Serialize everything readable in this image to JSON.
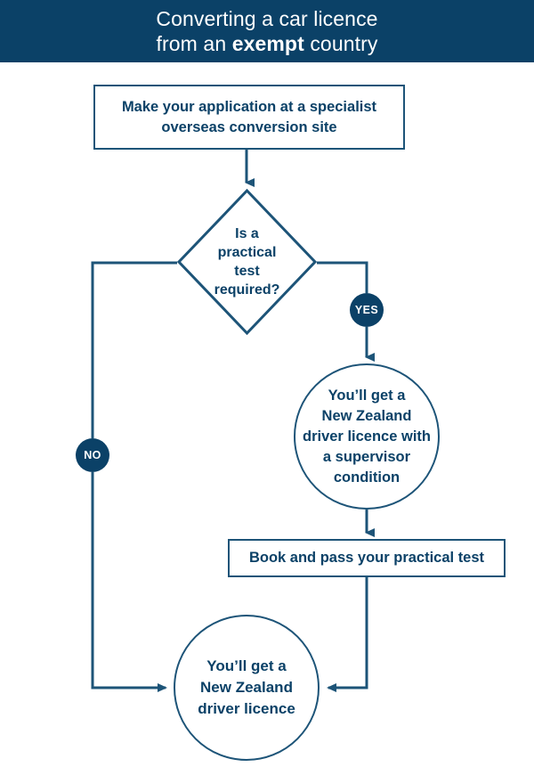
{
  "header": {
    "title_line_1": "Converting a car licence",
    "title_line_2_prefix": "from an ",
    "title_line_2_emphasis": "exempt",
    "title_line_2_suffix": " country",
    "background_color": "#0b4167",
    "text_color": "#ffffff"
  },
  "theme": {
    "stroke_color": "#1d5478",
    "fill_color": "#ffffff",
    "text_color": "#0b4167",
    "badge_background": "#0b4167",
    "badge_text_color": "#ffffff",
    "page_background": "#ffffff"
  },
  "chart_data": {
    "type": "diagram",
    "title": "Converting a car licence from an exempt country",
    "diagram_kind": "flowchart",
    "orientation": "top-to-bottom",
    "nodes": [
      {
        "id": "application",
        "shape": "rectangle",
        "label": "Make your application at a specialist overseas conversion site",
        "lines": [
          "Make your application at a specialist",
          "overseas conversion site"
        ]
      },
      {
        "id": "decision",
        "shape": "diamond",
        "label": "Is a practical test required?",
        "lines": [
          "Is a",
          "practical",
          "test",
          "required?"
        ]
      },
      {
        "id": "supervisor",
        "shape": "circle",
        "label": "You'll get a New Zealand driver licence with a supervisor condition",
        "lines": [
          "You’ll get a",
          "New Zealand",
          "driver licence with",
          "a supervisor",
          "condition"
        ]
      },
      {
        "id": "booktest",
        "shape": "rectangle",
        "label": "Book and pass your practical test",
        "lines": [
          "Book and pass your practical test"
        ]
      },
      {
        "id": "licence",
        "shape": "circle",
        "label": "You'll get a New Zealand driver licence",
        "lines": [
          "You’ll get a",
          "New Zealand",
          "driver licence"
        ]
      }
    ],
    "edges": [
      {
        "from": "application",
        "to": "decision",
        "label": ""
      },
      {
        "from": "decision",
        "to": "supervisor",
        "label": "YES"
      },
      {
        "from": "supervisor",
        "to": "booktest",
        "label": ""
      },
      {
        "from": "booktest",
        "to": "licence",
        "label": ""
      },
      {
        "from": "decision",
        "to": "licence",
        "label": "NO"
      }
    ],
    "edge_labels": {
      "yes": "YES",
      "no": "NO"
    }
  },
  "nodes": {
    "application": {
      "line_1": "Make your application at a specialist",
      "line_2": "overseas conversion site"
    },
    "decision": {
      "line_1": "Is a",
      "line_2": "practical",
      "line_3": "test",
      "line_4": "required?"
    },
    "supervisor": {
      "line_1": "You’ll get a",
      "line_2": "New Zealand",
      "line_3": "driver licence with",
      "line_4": "a supervisor",
      "line_5": "condition"
    },
    "booktest": {
      "line_1": "Book and pass your practical test"
    },
    "licence": {
      "line_1": "You’ll get a",
      "line_2": "New Zealand",
      "line_3": "driver licence"
    }
  },
  "badges": {
    "yes": "YES",
    "no": "NO"
  }
}
